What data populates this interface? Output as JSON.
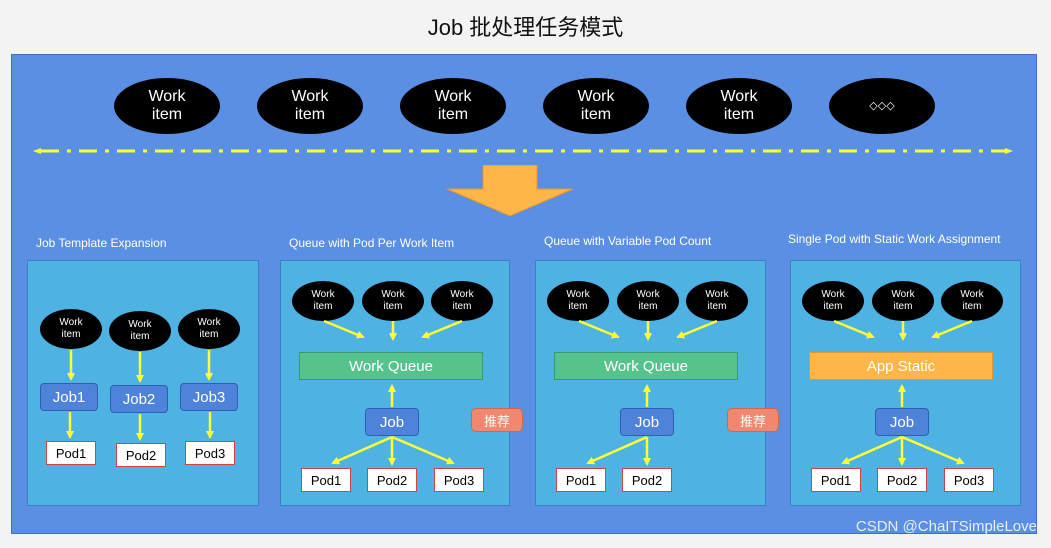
{
  "title": "Job 批处理任务模式",
  "top_items": [
    "Work item",
    "Work item",
    "Work item",
    "Work item",
    "Work item",
    "◇◇◇"
  ],
  "sections": [
    {
      "title": "Job Template Expansion",
      "work_items": [
        "Work item",
        "Work item",
        "Work item"
      ],
      "jobs": [
        "Job1",
        "Job2",
        "Job3"
      ],
      "pods": [
        "Pod1",
        "Pod2",
        "Pod3"
      ]
    },
    {
      "title": "Queue with Pod Per Work Item",
      "work_items": [
        "Work item",
        "Work item",
        "Work item"
      ],
      "queue": "Work Queue",
      "job": "Job",
      "badge": "推荐",
      "pods": [
        "Pod1",
        "Pod2",
        "Pod3"
      ]
    },
    {
      "title": "Queue with Variable Pod Count",
      "work_items": [
        "Work item",
        "Work item",
        "Work item"
      ],
      "queue": "Work Queue",
      "job": "Job",
      "badge": "推荐",
      "pods": [
        "Pod1",
        "Pod2"
      ]
    },
    {
      "title": "Single Pod with Static Work Assignment",
      "work_items": [
        "Work item",
        "Work item",
        "Work item"
      ],
      "queue": "App Static",
      "job": "Job",
      "pods": [
        "Pod1",
        "Pod2",
        "Pod3"
      ]
    }
  ],
  "watermark": "CSDN @ChaITSimpleLove",
  "colors": {
    "panel": "#5b8fe3",
    "box": "#4eb2e3",
    "queue": "#57c38c",
    "static": "#ffb547",
    "arrow": "#ffff33",
    "badge": "#f0876e",
    "big_arrow": "#ffb547"
  }
}
